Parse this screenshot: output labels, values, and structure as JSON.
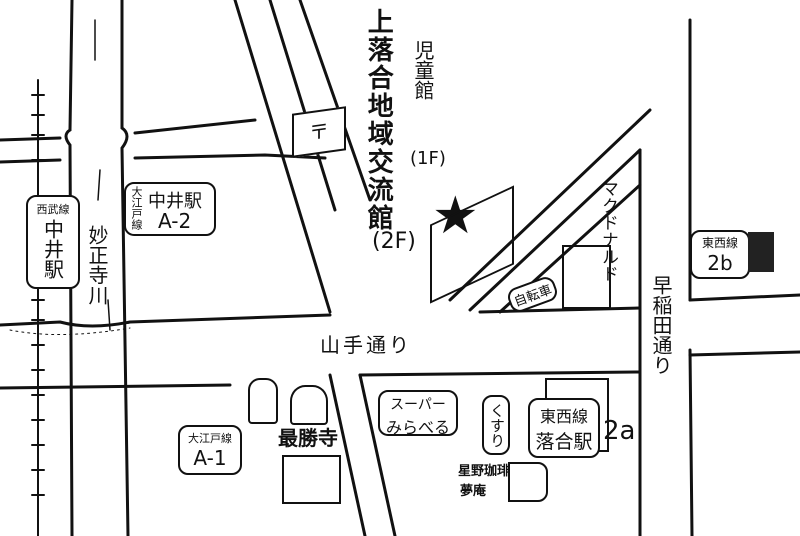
{
  "labels": {
    "community_center": "上落合地域交流館",
    "community_floor": "(2F)",
    "childrens_hall": "児童館",
    "childrens_floor": "(1F)",
    "mcdonalds": "マクドナルド",
    "bicycle": "自転車",
    "waseda_dori": "早稲田通り",
    "yamate_dori": "山手通り",
    "tozai_2b_line": "東西線",
    "tozai_2b_exit": "2b",
    "oedo_a1_line": "大江戸線",
    "oedo_a1_exit": "A-1",
    "saishoji": "最勝寺",
    "seibu_line": "西武線",
    "seibu_station": "中井駅",
    "oedo_a2_line": "大江戸線",
    "oedo_a2_station": "中井駅",
    "oedo_a2_exit": "A-2",
    "river": "妙正寺川",
    "supermarket_1": "スーパー",
    "supermarket_2": "みらべる",
    "pharmacy": "くすり",
    "tozai_2a_line": "東西線",
    "tozai_2a_station": "落合駅",
    "tozai_2a_exit": "2a",
    "cafe_1": "星野珈琲",
    "cafe_2": "夢庵"
  },
  "icons": {
    "destination": "star-icon",
    "post_office": "post-office-icon"
  },
  "colors": {
    "ink": "#111111",
    "paper": "#ffffff"
  }
}
